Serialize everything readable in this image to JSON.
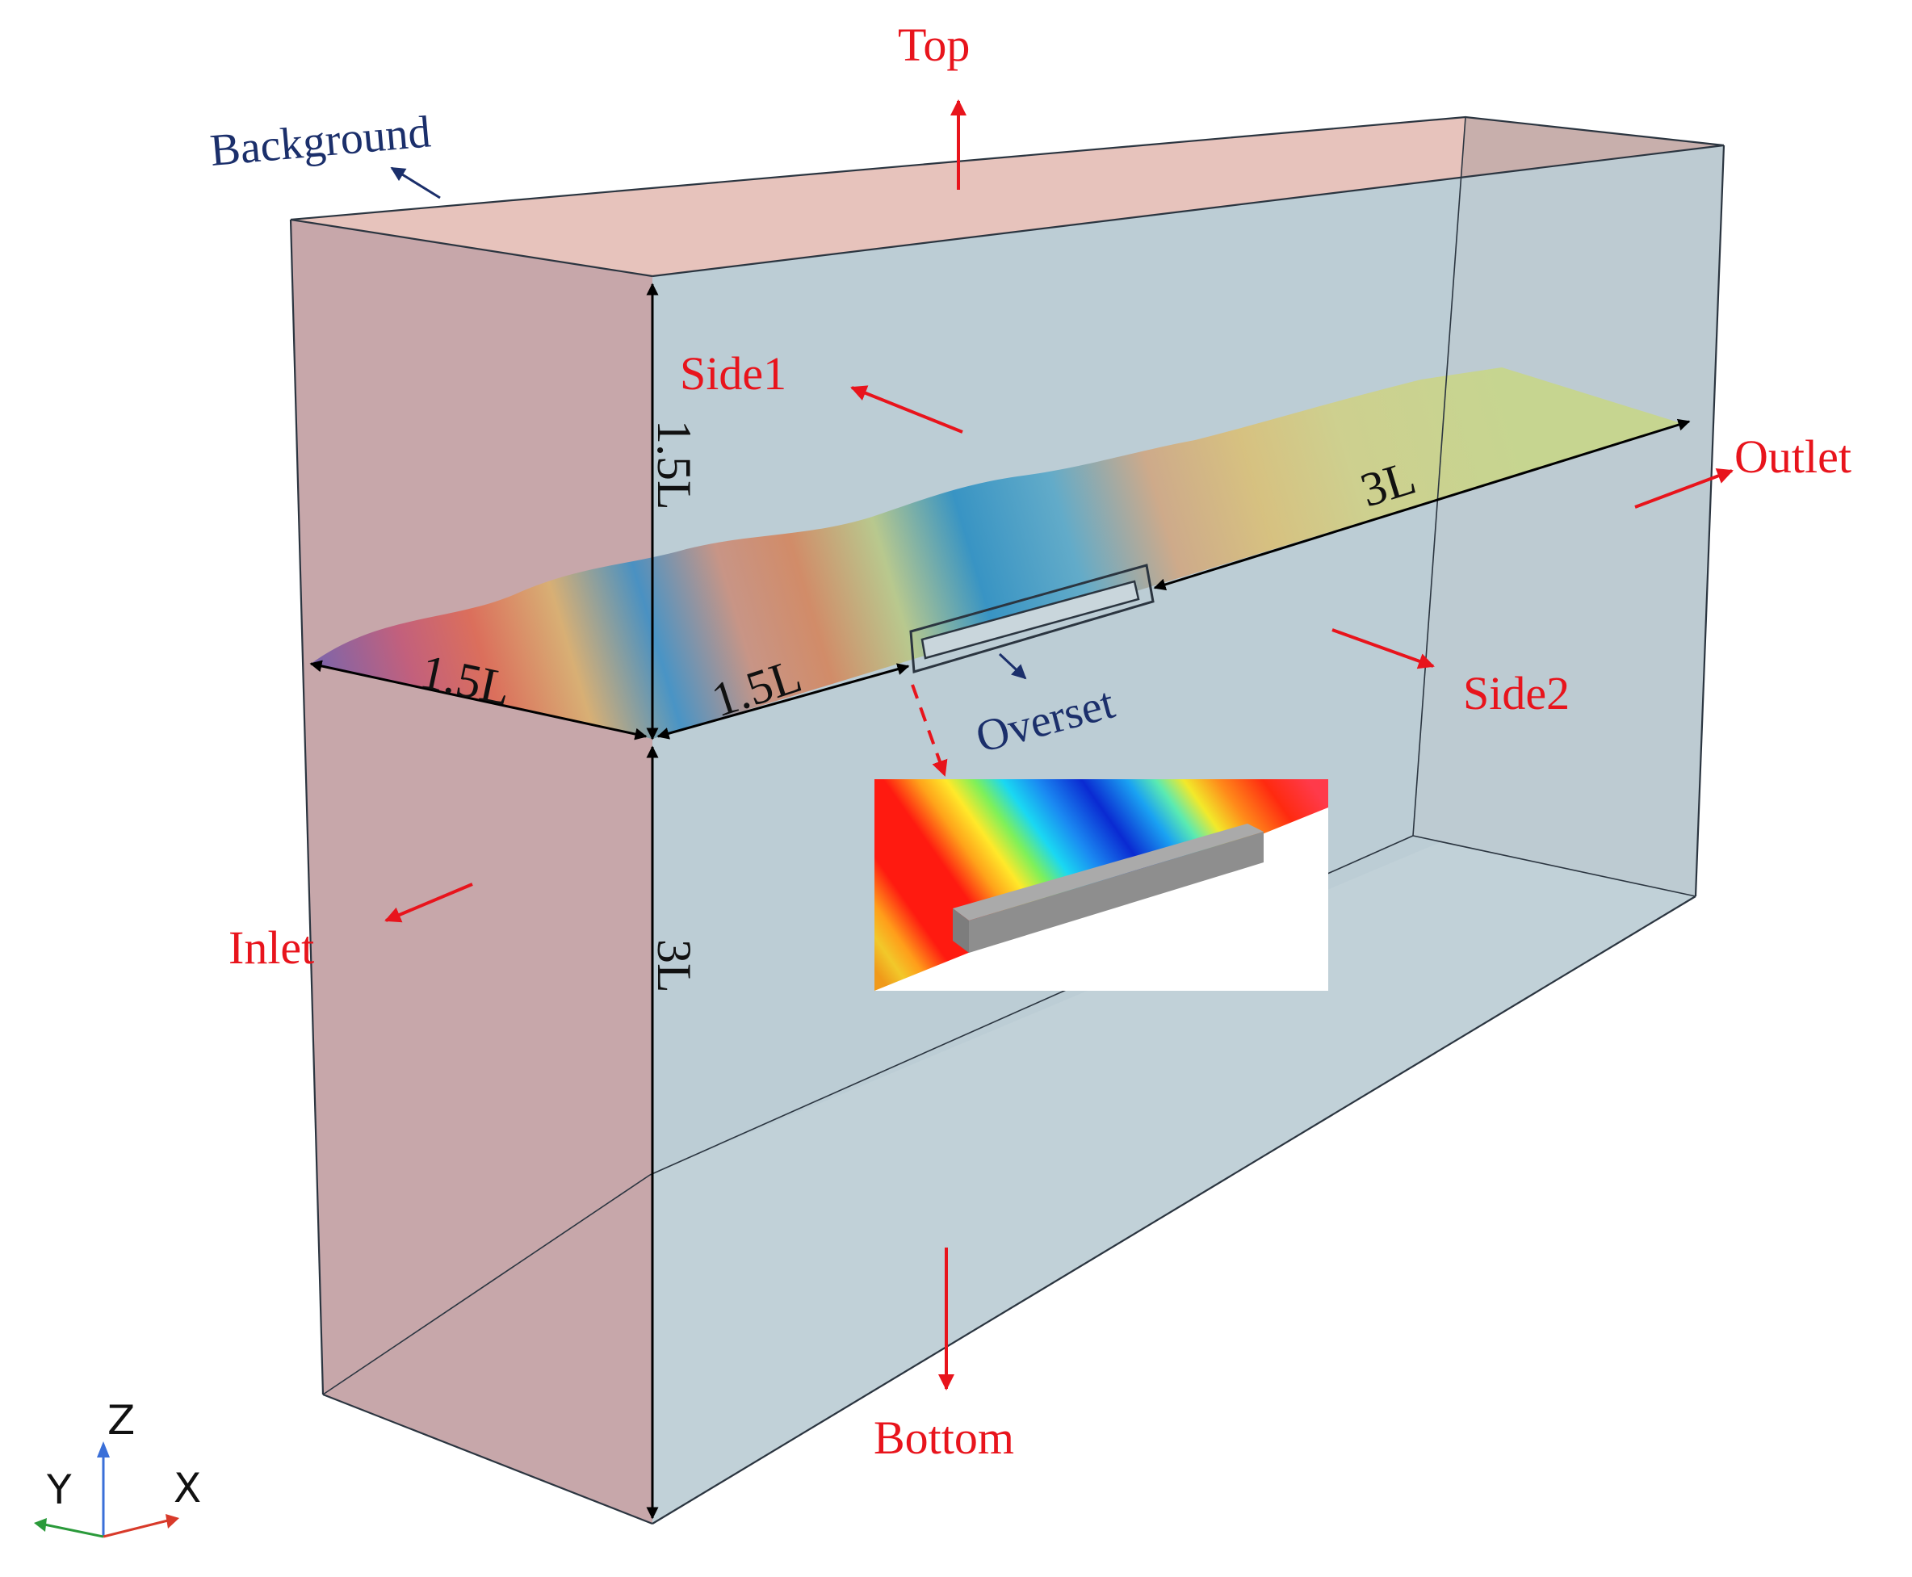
{
  "labels": {
    "top": "Top",
    "bottom": "Bottom",
    "inlet": "Inlet",
    "outlet": "Outlet",
    "side1": "Side1",
    "side2": "Side2",
    "background": "Background",
    "overset": "Overset"
  },
  "dimensions": {
    "upper_height": "1.5L",
    "lower_height": "3L",
    "upstream_length": "1.5L",
    "width_half": "1.5L",
    "downstream_length": "3L"
  },
  "axes": {
    "z": "Z",
    "y": "Y",
    "x": "X"
  },
  "colors": {
    "label_red": "#e8141c",
    "label_navy": "#1b2f6b",
    "inlet_face": "#c9a7aa",
    "top_face": "#e8c4bd",
    "side_face": "#bfcdd4",
    "axis_z": "#3a6fd8",
    "axis_x": "#d83a2a",
    "axis_y": "#2a9a3a"
  }
}
